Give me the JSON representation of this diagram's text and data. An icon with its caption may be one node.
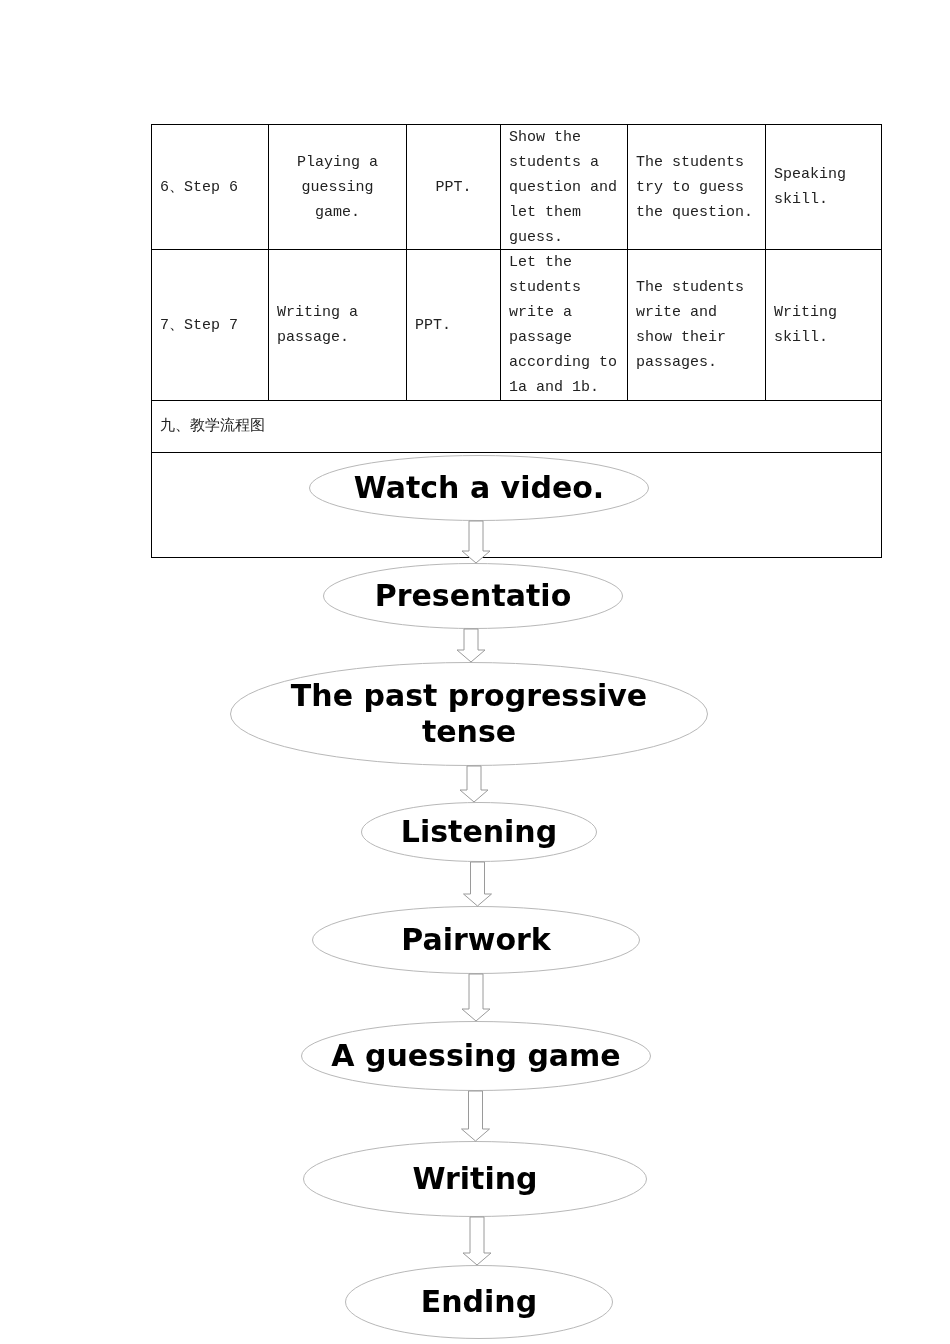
{
  "diagram": {
    "nodes": [
      {
        "text": [
          "Watch a video."
        ]
      },
      {
        "text": [
          "Presentatio"
        ]
      },
      {
        "text": [
          "The past progressive tense"
        ]
      },
      {
        "text": [
          "Listening"
        ]
      },
      {
        "text": [
          "Pairwork"
        ]
      },
      {
        "text": [
          "A guessing game"
        ]
      },
      {
        "text": [
          "Writing"
        ]
      },
      {
        "text": [
          "Ending"
        ]
      }
    ],
    "edges": [
      {
        "from": 0,
        "to": 1,
        "arrow": "to"
      },
      {
        "from": 1,
        "to": 2,
        "arrow": "to"
      },
      {
        "from": 2,
        "to": 3,
        "arrow": "to"
      },
      {
        "from": 3,
        "to": 4,
        "arrow": "to"
      },
      {
        "from": 4,
        "to": 5,
        "arrow": "to"
      },
      {
        "from": 5,
        "to": 6,
        "arrow": "to"
      },
      {
        "from": 6,
        "to": 7,
        "arrow": "to"
      }
    ],
    "labels": [
      "6、Step 6",
      "Playing a guessing game.",
      "PPT.",
      "Show the students a question and let them guess.",
      "The students try to guess the question.",
      "Speaking skill.",
      "7、Step 7",
      "Writing a passage.",
      "PPT.",
      "Let the students write a passage according to 1a and 1b.",
      "The students write and show their passages.",
      "Writing skill.",
      "九、教学流程图"
    ]
  }
}
